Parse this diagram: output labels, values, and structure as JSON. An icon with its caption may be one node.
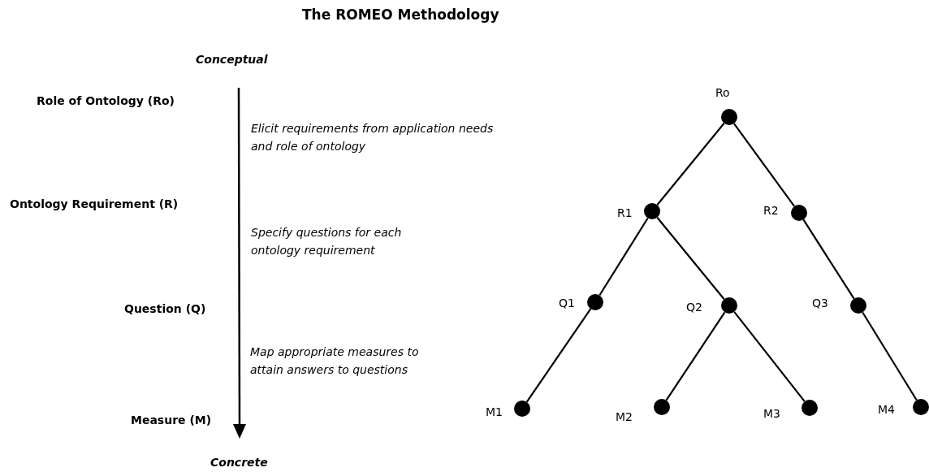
{
  "diagram": {
    "title": "The ROMEO Methodology",
    "nodes": [
      {
        "text": [],
        "shape": "circle",
        "beside": [
          "Ro"
        ]
      },
      {
        "text": [],
        "shape": "circle",
        "beside": [
          "R1"
        ]
      },
      {
        "text": [],
        "shape": "circle",
        "beside": [
          "R2"
        ]
      },
      {
        "text": [],
        "shape": "circle",
        "beside": [
          "Q1"
        ]
      },
      {
        "text": [],
        "shape": "circle",
        "beside": [
          "Q2"
        ]
      },
      {
        "text": [],
        "shape": "circle",
        "beside": [
          "Q3"
        ]
      },
      {
        "text": [],
        "shape": "circle",
        "beside": [
          "M1"
        ]
      },
      {
        "text": [],
        "shape": "circle",
        "beside": [
          "M2"
        ]
      },
      {
        "text": [],
        "shape": "circle",
        "beside": [
          "M3"
        ]
      },
      {
        "text": [],
        "shape": "circle",
        "beside": [
          "M4"
        ]
      }
    ],
    "edges": [
      {
        "from": 0,
        "to": 1,
        "arrow": "none"
      },
      {
        "from": 0,
        "to": 2,
        "arrow": "none"
      },
      {
        "from": 1,
        "to": 3,
        "arrow": "none"
      },
      {
        "from": 1,
        "to": 4,
        "arrow": "none"
      },
      {
        "from": 2,
        "to": 5,
        "arrow": "none"
      },
      {
        "from": 3,
        "to": 6,
        "arrow": "none"
      },
      {
        "from": 4,
        "to": 7,
        "arrow": "none"
      },
      {
        "from": 4,
        "to": 8,
        "arrow": "none"
      },
      {
        "from": 5,
        "to": 9,
        "arrow": "none"
      }
    ],
    "labels": [
      "Conceptual",
      "Role of Ontology (Ro)",
      "Elicit requirements from application needs and role of ontology",
      "Ontology Requirement (R)",
      "Specify questions for each ontology requirement",
      "Question (Q)",
      "Map appropriate measures to attain answers to questions",
      "Measure (M)",
      "Concrete"
    ]
  }
}
